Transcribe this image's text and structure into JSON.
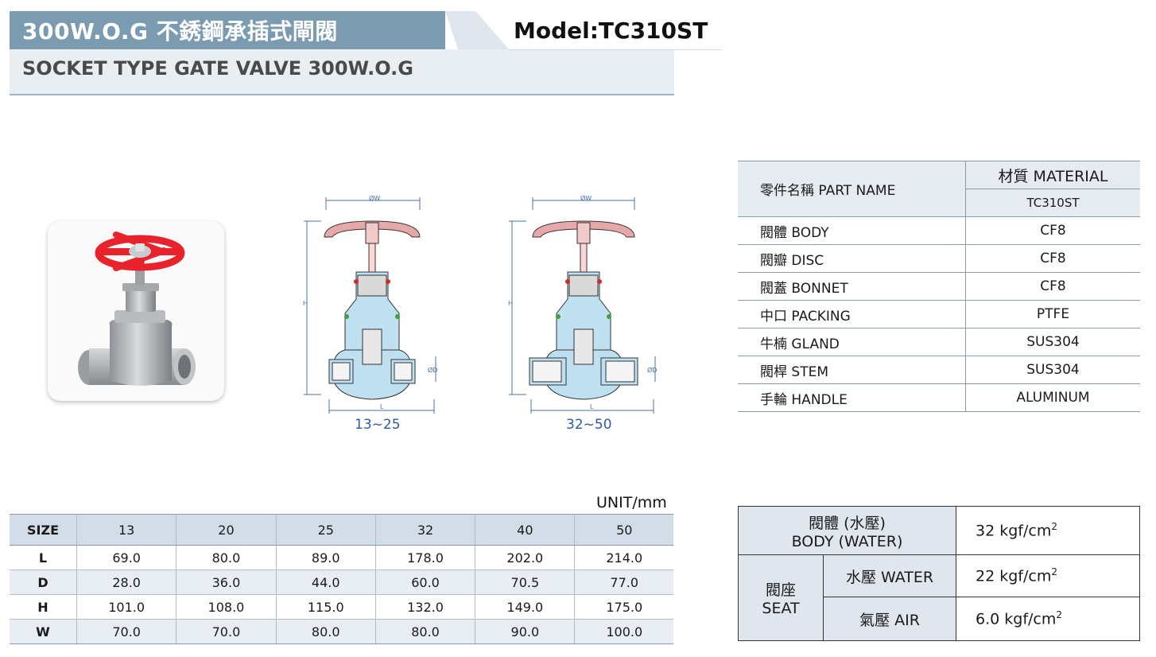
{
  "header": {
    "title": "300W.O.G  不銹鋼承插式閘閥",
    "model": "Model:TC310ST",
    "subtitle": "SOCKET TYPE  GATE  VALVE 300W.O.G"
  },
  "drawings": {
    "small_range": "13~25",
    "large_range": "32~50",
    "dim_labels": {
      "w": "ØW",
      "h": "H",
      "d": "ØD",
      "l": "L"
    }
  },
  "colors": {
    "header_band": "#7a9bb0",
    "handle_red": "#e8232c",
    "size_label": "#2a5aa8",
    "table_header": "#d2dde7"
  },
  "materials": {
    "part_header": "零件名稱 PART NAME",
    "material_header": "材質  MATERIAL",
    "model_header": "TC310ST",
    "rows": [
      {
        "part": "閥體  BODY",
        "material": "CF8"
      },
      {
        "part": "閥瓣  DISC",
        "material": "CF8"
      },
      {
        "part": "閥蓋  BONNET",
        "material": "CF8"
      },
      {
        "part": "中口  PACKING",
        "material": "PTFE"
      },
      {
        "part": "牛楠  GLAND",
        "material": "SUS304"
      },
      {
        "part": "閥桿  STEM",
        "material": "SUS304"
      },
      {
        "part": "手輪  HANDLE",
        "material": "ALUMINUM"
      }
    ]
  },
  "dimensions": {
    "unit": "UNIT/mm",
    "size_label": "SIZE",
    "sizes": [
      "13",
      "20",
      "25",
      "32",
      "40",
      "50"
    ],
    "rows": [
      {
        "label": "L",
        "values": [
          "69.0",
          "80.0",
          "89.0",
          "178.0",
          "202.0",
          "214.0"
        ]
      },
      {
        "label": "D",
        "values": [
          "28.0",
          "36.0",
          "44.0",
          "60.0",
          "70.5",
          "77.0"
        ]
      },
      {
        "label": "H",
        "values": [
          "101.0",
          "108.0",
          "115.0",
          "132.0",
          "149.0",
          "175.0"
        ]
      },
      {
        "label": "W",
        "values": [
          "70.0",
          "70.0",
          "80.0",
          "80.0",
          "90.0",
          "100.0"
        ]
      }
    ]
  },
  "pressure": {
    "body_label_zh": "閥體 (水壓)",
    "body_label_en": "BODY (WATER)",
    "body_value": "32 kgf/cm",
    "seat_label_zh": "閥座",
    "seat_label_en": "SEAT",
    "water_label": "水壓  WATER",
    "water_value": "22 kgf/cm",
    "air_label": "氣壓  AIR",
    "air_value": "6.0 kgf/cm",
    "exponent": "2"
  }
}
